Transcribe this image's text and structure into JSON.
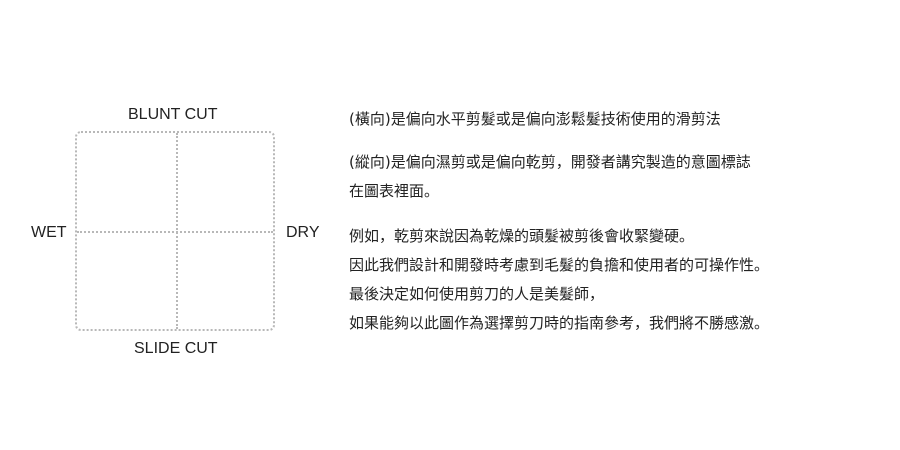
{
  "diagram": {
    "labels": {
      "top": "BLUNT CUT",
      "bottom": "SLIDE CUT",
      "left": "WET",
      "right": "DRY"
    }
  },
  "description": {
    "paragraph1": [
      "(橫向)是偏向水平剪髮或是偏向澎鬆髮技術使用的滑剪法"
    ],
    "paragraph2": [
      "(縱向)是偏向濕剪或是偏向乾剪，開發者講究製造的意圖標誌",
      "在圖表裡面。"
    ],
    "paragraph3": [
      "例如，乾剪來說因為乾燥的頭髮被剪後會收緊變硬。",
      "因此我們設計和開發時考慮到毛髮的負擔和使用者的可操作性。",
      "最後決定如何使用剪刀的人是美髮師，",
      "如果能夠以此圖作為選擇剪刀時的指南參考，我們將不勝感激。"
    ]
  }
}
